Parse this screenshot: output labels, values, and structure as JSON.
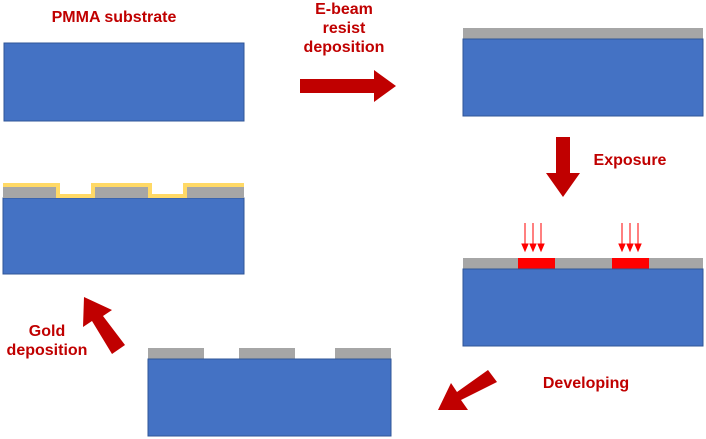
{
  "labels": {
    "pmma_substrate": "PMMA substrate",
    "ebeam_line1": "E-beam",
    "ebeam_line2": "resist",
    "ebeam_line3": "deposition",
    "exposure": "Exposure",
    "developing": "Developing",
    "gold_line1": "Gold",
    "gold_line2": "deposition"
  },
  "colors": {
    "substrate": "#4472C4",
    "resist": "#A6A6A6",
    "exposed": "#FF0000",
    "gold": "#FFD966",
    "arrow": "#C00000",
    "text": "#C00000"
  },
  "steps": [
    {
      "id": "substrate-only"
    },
    {
      "id": "resist-coated"
    },
    {
      "id": "exposed"
    },
    {
      "id": "developed"
    },
    {
      "id": "gold-coated"
    }
  ]
}
